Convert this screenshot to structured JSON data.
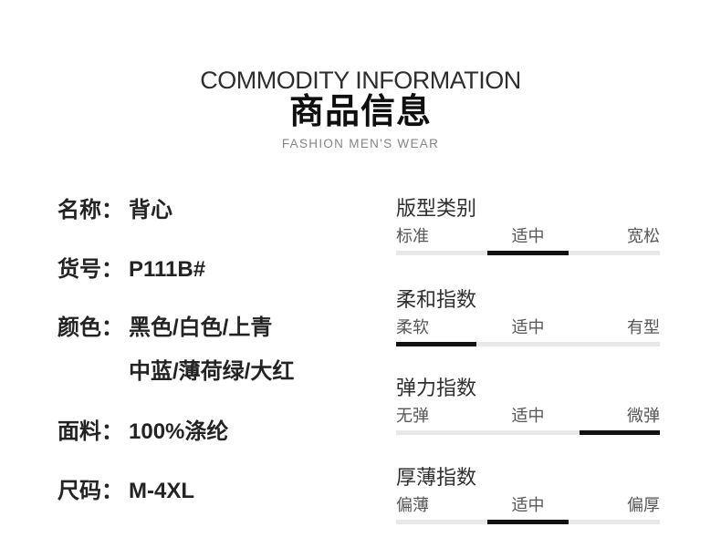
{
  "header": {
    "title_en": "COMMODITY INFORMATION",
    "title_zh": "商品信息",
    "subtitle": "FASHION MEN'S WEAR"
  },
  "product": {
    "fields": [
      {
        "label": "名称：",
        "value": "背心"
      },
      {
        "label": "货号：",
        "value": "P111B#"
      },
      {
        "label": "颜色：",
        "value": "黑色/白色/上青",
        "value_line2": "中蓝/薄荷绿/大红"
      },
      {
        "label": "面料：",
        "value": "100%涤纶"
      },
      {
        "label": "尺码：",
        "value": "M-4XL"
      }
    ]
  },
  "indices": [
    {
      "title": "版型类别",
      "levels": [
        "标准",
        "适中",
        "宽松"
      ],
      "active_level": 1,
      "active_label": "适中"
    },
    {
      "title": "柔和指数",
      "levels": [
        "柔软",
        "适中",
        "有型"
      ],
      "active_level": 0,
      "active_label": "柔软"
    },
    {
      "title": "弹力指数",
      "levels": [
        "无弹",
        "适中",
        "微弹"
      ],
      "active_level": 2,
      "active_label": "微弹"
    },
    {
      "title": "厚薄指数",
      "levels": [
        "偏薄",
        "适中",
        "偏厚"
      ],
      "active_level": 1,
      "active_label": "适中"
    }
  ],
  "colors": {
    "background": "#ffffff",
    "text_primary": "#232323",
    "text_title_en": "#2e2e2e",
    "text_subtitle": "#858585",
    "index_label": "#565656",
    "bar_track": "#e9e9e9",
    "bar_active": "#121212"
  }
}
